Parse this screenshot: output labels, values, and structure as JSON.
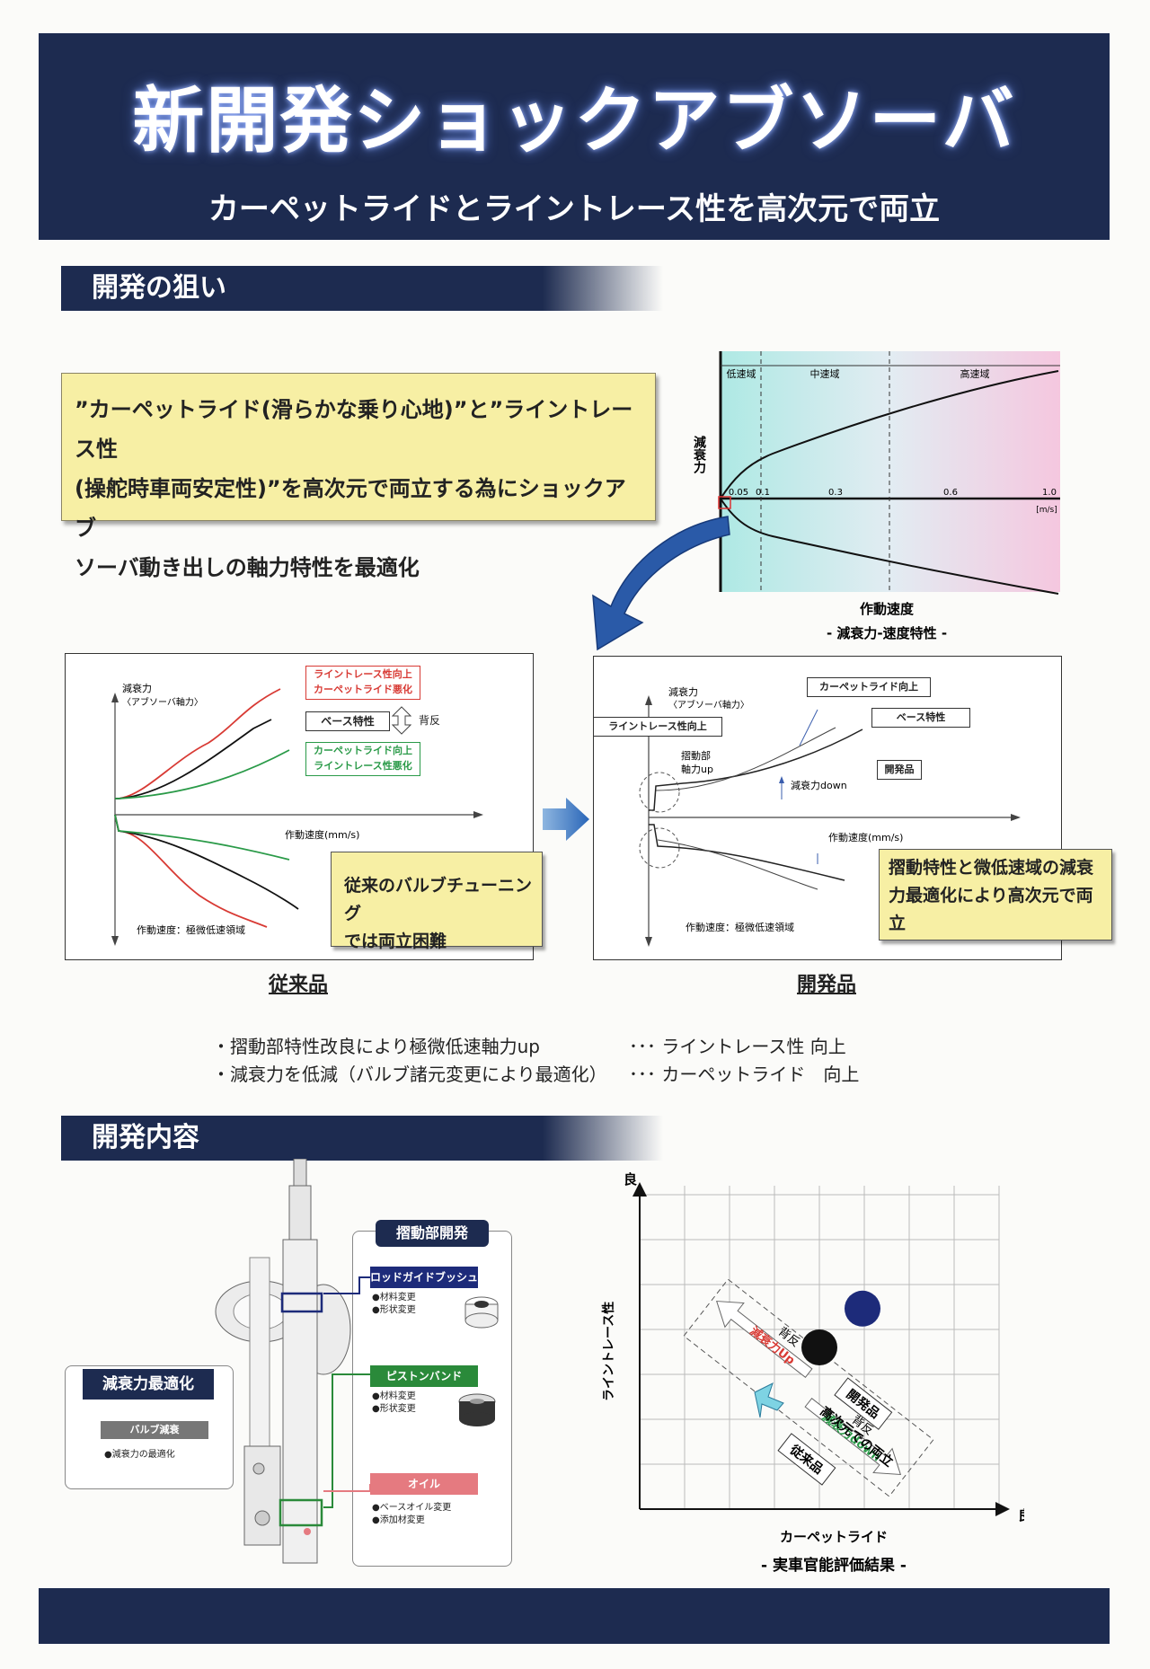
{
  "header": {
    "title": "新開発ショックアブソーバ",
    "subtitle": "カーペットライドとライントレース性を高次元で両立"
  },
  "sections": {
    "aim": "開発の狙い",
    "content": "開発内容"
  },
  "callout": {
    "line1": "”カーペットライド(滑らかな乗り心地)”と”ライントレース性",
    "line2": "(操舵時車両安定性)”を高次元で両立する為にショックアブ",
    "line3": "ソーバ動き出しの軸力特性を最適化"
  },
  "top_chart": {
    "ylabel": "減衰力",
    "xlabel": "作動速度",
    "caption": "- 減衰力-速度特性 -",
    "zones": [
      "低速域",
      "中速域",
      "高速域"
    ],
    "ticks": [
      "0.05",
      "0.1",
      "0.3",
      "0.6",
      "1.0"
    ],
    "unit": "[m/s]"
  },
  "left_chart": {
    "ylabel1": "減衰力",
    "ylabel2": "〈アブソーバ軸力〉",
    "xlabel": "作動速度(mm/s)",
    "range": "作動速度：極微低速領域",
    "tag_red1": "ライントレース性向上",
    "tag_red2": "カーペットライド悪化",
    "tag_base": "ベース特性",
    "tag_tradeoff": "背反",
    "tag_green1": "カーペットライド向上",
    "tag_green2": "ライントレース性悪化",
    "note1": "従来のバルブチューニング",
    "note2": "では両立困難",
    "caption": "従来品"
  },
  "right_chart": {
    "ylabel1": "減衰力",
    "ylabel2": "〈アブソーバ軸力〉",
    "xlabel": "作動速度(mm/s)",
    "range": "作動速度：極微低速領域",
    "tag_carpet": "カーペットライド向上",
    "tag_base": "ベース特性",
    "tag_line": "ライントレース性向上",
    "tag_dev": "開発品",
    "label_friction1": "摺動部",
    "label_friction2": "軸力up",
    "label_damp": "減衰力down",
    "note1": "摺動特性と微低速域の減衰",
    "note2": "力最適化により高次元で両",
    "note3": "立",
    "caption": "開発品"
  },
  "bullets": [
    {
      "left": "・摺動部特性改良により極微低速軸力up",
      "right": "･･･ ライントレース性 向上"
    },
    {
      "left": "・減衰力を低減（バルブ諸元変更により最適化）",
      "right": "･･･ カーペットライド　向上"
    }
  ],
  "diagram": {
    "damp_title": "減衰力最適化",
    "damp_sub": "バルブ減衰",
    "damp_item": "●減衰力の最適化",
    "slide_title": "摺動部開発",
    "items": [
      {
        "label": "ロッドガイドブッシュ",
        "d1": "●材料変更",
        "d2": "●形状変更",
        "color": "#1d2b7a"
      },
      {
        "label": "ピストンバンド",
        "d1": "●材料変更",
        "d2": "●形状変更",
        "color": "#2a8a3a"
      },
      {
        "label": "オイル",
        "d1": "●ベースオイル変更",
        "d2": "●添加材変更",
        "color": "#e57a80"
      }
    ]
  },
  "eval_chart": {
    "ylabel": "ライントレース性",
    "xlabel": "カーペットライド",
    "good_y": "良",
    "good_x": "良",
    "conventional": "従来品",
    "developed": "開発品",
    "high": "高次元での両立",
    "up_arrow": "減衰力Up",
    "down_arrow": "減衰力down",
    "tradeoff": "背反",
    "caption": "- 実車官能評価結果 -",
    "points": [
      {
        "name": "従来品",
        "x": 0.5,
        "y": 0.5
      },
      {
        "name": "開発品",
        "x": 0.62,
        "y": 0.62
      }
    ]
  }
}
